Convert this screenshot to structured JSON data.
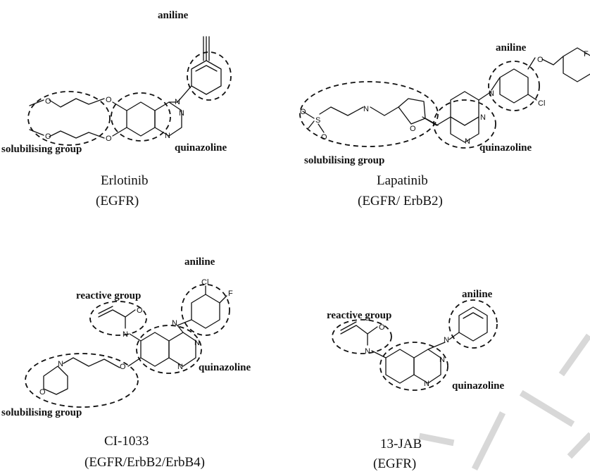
{
  "compounds": [
    {
      "name": "Erlotinib",
      "target": "(EGFR)",
      "labels": {
        "aniline": "aniline",
        "core": "quinazoline",
        "solubilising": "solubilising group"
      },
      "atoms": {
        "n_link": "N",
        "o1": "O",
        "o2": "O",
        "o3": "O",
        "o4": "O",
        "n_ring1": "N",
        "n_ring2": "N"
      }
    },
    {
      "name": "Lapatinib",
      "target": "(EGFR/ ErbB2)",
      "labels": {
        "aniline": "aniline",
        "core": "quinazoline",
        "solubilising": "solubilising group"
      },
      "atoms": {
        "s": "S",
        "o_s1": "O",
        "o_s2": "O",
        "n_amine": "N",
        "o_furan": "O",
        "n_link": "N",
        "n_ring1": "N",
        "n_ring2": "N",
        "o_ether": "O",
        "cl": "Cl",
        "f": "F"
      }
    },
    {
      "name": "CI-1033",
      "target": "(EGFR/ErbB2/ErbB4)",
      "labels": {
        "aniline": "aniline",
        "reactive": "reactive group",
        "core": "quinazoline",
        "solubilising": "solubilising group"
      },
      "atoms": {
        "cl": "Cl",
        "f": "F",
        "o_amide": "O",
        "n_amide": "N",
        "n_link": "N",
        "n_ring1": "N",
        "n_ring2": "N",
        "n_morph": "N",
        "o_morph": "O",
        "o_ether": "O"
      }
    },
    {
      "name": "13-JAB",
      "target": "(EGFR)",
      "labels": {
        "aniline": "aniline",
        "reactive": "reactive group",
        "core": "quinazoline"
      },
      "atoms": {
        "o_amide": "O",
        "n_amide": "N",
        "n_link": "N",
        "n_ring1": "N",
        "n_ring2": "N"
      }
    }
  ],
  "colors": {
    "ink": "#111111",
    "watermark": "#d8d8d8"
  }
}
